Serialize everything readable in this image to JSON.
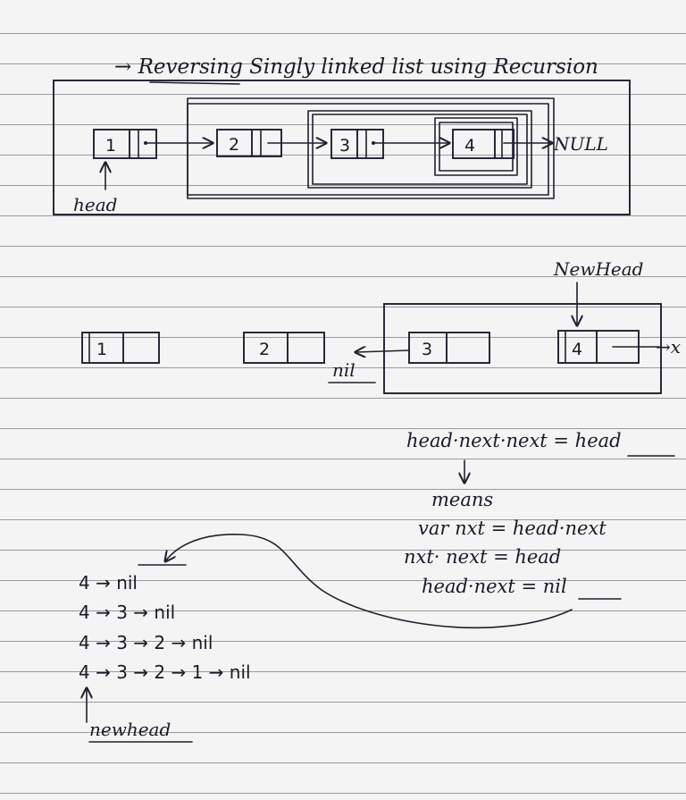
{
  "title": "→ Reversing Singly linked list using Recursion",
  "top_nodes": [
    "1",
    "2",
    "3",
    "4"
  ],
  "null_label": "NULL",
  "head_label": "head",
  "new_head_label": "NewHead",
  "bottom_nodes": [
    "1",
    "2",
    "3",
    "4"
  ],
  "nil_label": "nil",
  "x_mark": "→x",
  "explanation": {
    "main": "head·next·next = head",
    "means": "means",
    "line1": "var nxt = head·next",
    "line2": "nxt· next = head",
    "line3_prefix": "head·next = ",
    "line3_nil": "nil"
  },
  "results": [
    "4 → nil",
    "4 → 3 → nil",
    "4 → 3 → 2 → nil",
    "4 → 3 → 2 → 1 → nil"
  ],
  "newhead_label": "newhead"
}
